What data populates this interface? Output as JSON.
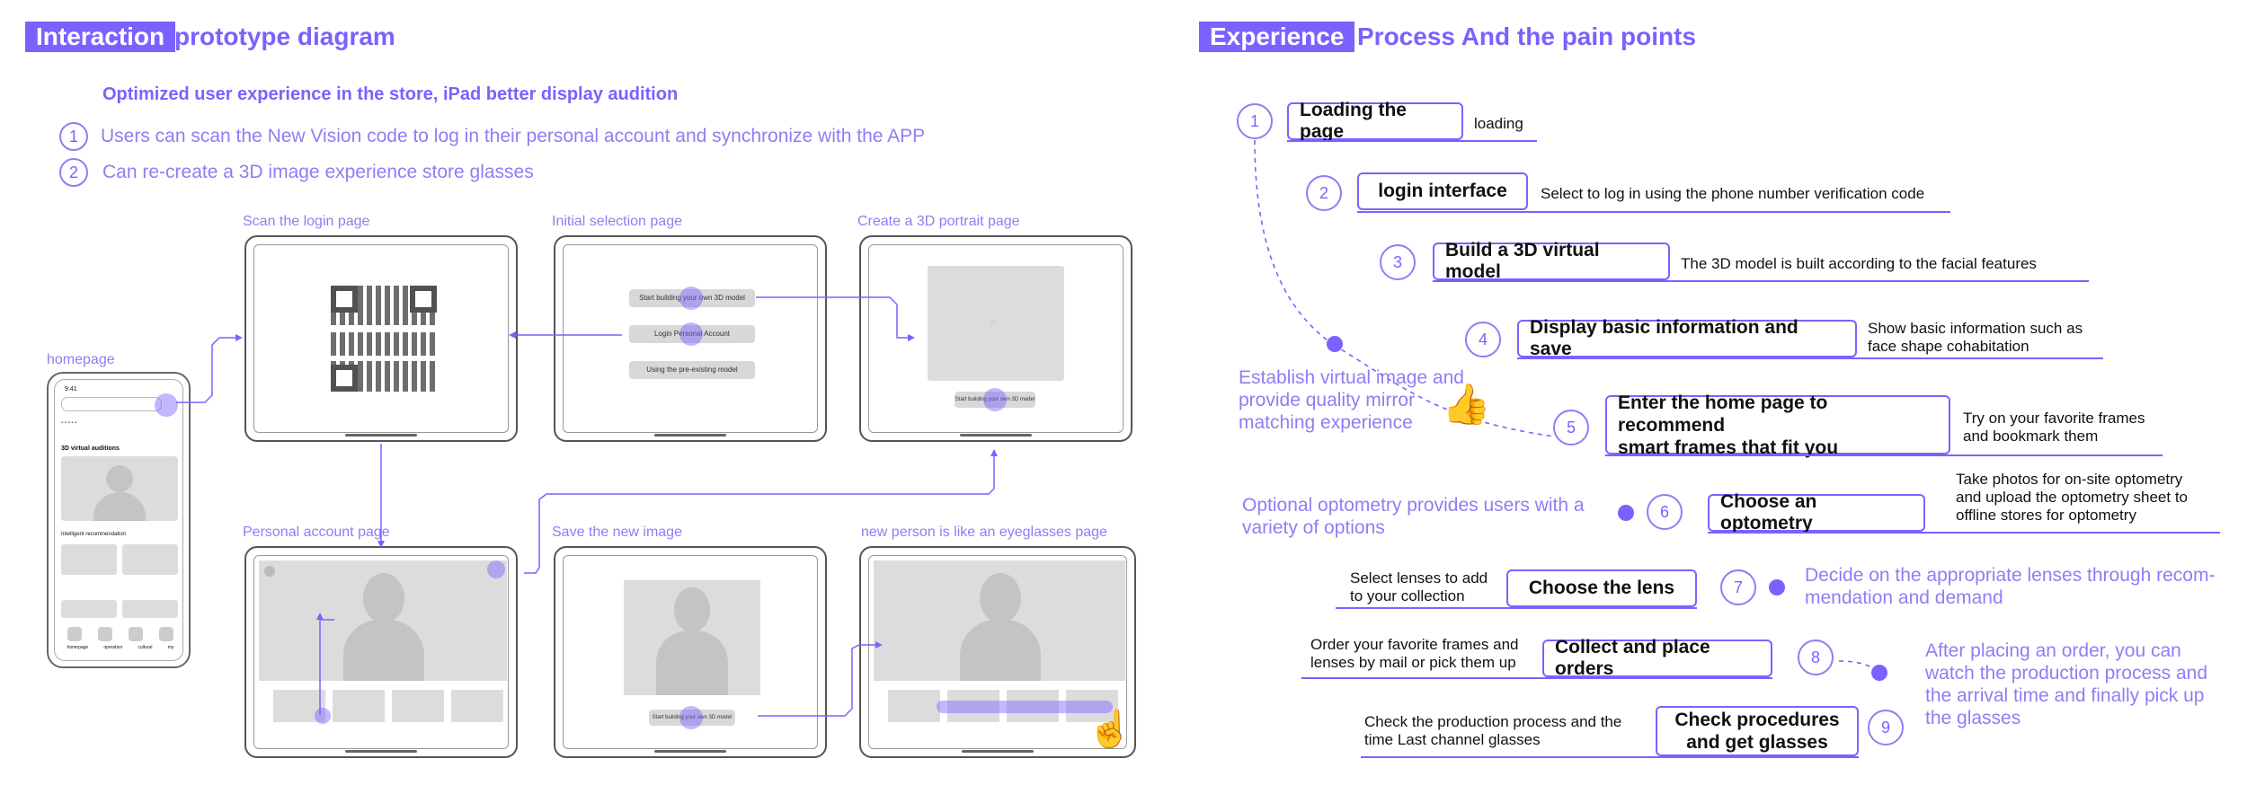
{
  "left": {
    "title_badge": "Interaction",
    "title_rest": "prototype diagram",
    "subtitle": "Optimized user experience in the store, iPad better display audition",
    "points": [
      {
        "num": "1",
        "text": "Users can scan the New Vision code to log in their personal account and synchronize with the APP"
      },
      {
        "num": "2",
        "text": "Can re-create a 3D image experience store glasses"
      }
    ],
    "frames": {
      "homepage": "homepage",
      "scan_login": "Scan the login page",
      "initial_selection": "Initial selection page",
      "create_portrait": "Create a 3D portrait page",
      "personal_account": "Personal account page",
      "save_image": "Save the new image",
      "new_person": "new person is like an eyeglasses page"
    },
    "initial_buttons": [
      "Start building your own 3D model",
      "Login Personal Account",
      "Using the pre-existing model"
    ],
    "portrait_button": "Start building your own 3D model",
    "save_button": "Start building your own 3D model",
    "phone": {
      "time": "9:41",
      "section_title": "3D virtual auditions",
      "recommend": "Intelligent recommendation",
      "tabs": [
        "homepage",
        "operation",
        "cultural",
        "my"
      ]
    }
  },
  "right": {
    "title_badge": "Experience",
    "title_rest": "Process And the pain points",
    "steps": [
      {
        "num": "1",
        "label": "Loading the page",
        "desc": "loading"
      },
      {
        "num": "2",
        "label": "login interface",
        "desc": "Select to log in using the phone number verification code"
      },
      {
        "num": "3",
        "label": "Build a 3D virtual model",
        "desc": "The 3D model is built according to the facial features"
      },
      {
        "num": "4",
        "label": "Display basic information and save",
        "desc_lines": [
          "Show basic information such as",
          "face shape cohabitation"
        ]
      },
      {
        "num": "5",
        "label_lines": [
          "Enter the home page to recommend",
          "smart frames that fit you"
        ],
        "desc_lines": [
          "Try on your favorite frames",
          "and bookmark them"
        ]
      },
      {
        "num": "6",
        "label": "Choose an optometry",
        "desc_lines": [
          "Take photos for on-site optometry",
          "and upload the optometry sheet to",
          "offline stores for optometry"
        ]
      },
      {
        "num": "7",
        "label": "Choose the lens",
        "desc_lines": [
          "Select lenses to add",
          "to your collection"
        ]
      },
      {
        "num": "8",
        "label": "Collect and place orders",
        "desc_lines": [
          "Order your favorite frames and",
          "lenses by mail or pick them up"
        ]
      },
      {
        "num": "9",
        "label_lines": [
          "Check procedures",
          "and get glasses"
        ],
        "desc_lines": [
          "Check the production process and the",
          "time Last channel glasses"
        ]
      }
    ],
    "notes": {
      "n1": [
        "Establish virtual image and",
        "provide quality mirror",
        "matching experience"
      ],
      "n2": [
        "Optional optometry provides users with a",
        "variety of options"
      ],
      "n3": [
        "Decide on the appropriate lenses through recom-",
        "mendation and demand"
      ],
      "n4": [
        "After placing an order, you can",
        "watch the production process and",
        "the arrival time and finally pick up",
        "the glasses"
      ]
    },
    "icons": [
      "thumbs-up-icon",
      "hand-pointer-icon"
    ]
  },
  "colors": {
    "accent": "#7b61ff",
    "accent_light": "#8f7df5",
    "wire_grey": "#dcdcdc"
  }
}
